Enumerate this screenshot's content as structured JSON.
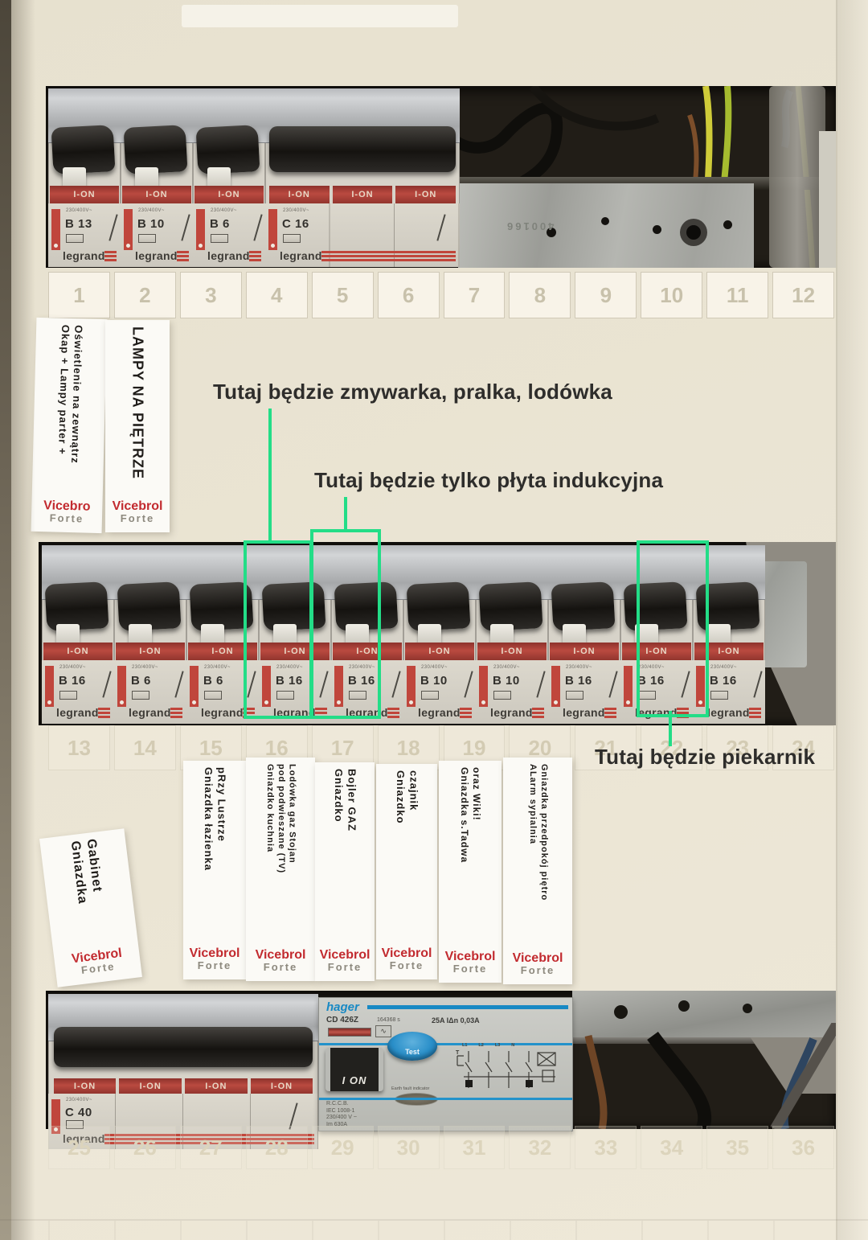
{
  "breaker_micro": "230/400V~",
  "rows": {
    "row1": {
      "breakers": [
        {
          "label": "B 13",
          "brand": "legrand",
          "state": "I-ON",
          "poles": 1
        },
        {
          "label": "B 10",
          "brand": "legrand",
          "state": "I-ON",
          "poles": 1
        },
        {
          "label": "B 6",
          "brand": "legrand",
          "state": "I-ON",
          "poles": 1
        },
        {
          "label": "C 16",
          "brand": "legrand",
          "state": "I-ON",
          "poles": 3
        }
      ],
      "slots": [
        "1",
        "2",
        "3",
        "4",
        "5",
        "6",
        "7",
        "8",
        "9",
        "10",
        "11",
        "12"
      ],
      "metal_stamp": "400166"
    },
    "row2": {
      "breakers": [
        {
          "label": "B 16",
          "brand": "legrand",
          "state": "I-ON",
          "poles": 1
        },
        {
          "label": "B 6",
          "brand": "legrand",
          "state": "I-ON",
          "poles": 1
        },
        {
          "label": "B 6",
          "brand": "legrand",
          "state": "I-ON",
          "poles": 1
        },
        {
          "label": "B 16",
          "brand": "legrand",
          "state": "I-ON",
          "poles": 1,
          "highlighted": true
        },
        {
          "label": "B 16",
          "brand": "legrand",
          "state": "I-ON",
          "poles": 1,
          "highlighted": true
        },
        {
          "label": "B 10",
          "brand": "legrand",
          "state": "I-ON",
          "poles": 1
        },
        {
          "label": "B 10",
          "brand": "legrand",
          "state": "I-ON",
          "poles": 1
        },
        {
          "label": "B 16",
          "brand": "legrand",
          "state": "I-ON",
          "poles": 1
        },
        {
          "label": "B 16",
          "brand": "legrand",
          "state": "I-ON",
          "poles": 1
        },
        {
          "label": "B 16",
          "brand": "legrand",
          "state": "I-ON",
          "poles": 1,
          "highlighted": true
        }
      ],
      "slots": [
        "13",
        "14",
        "15",
        "16",
        "17",
        "18",
        "19",
        "20",
        "21",
        "22",
        "23",
        "24"
      ]
    },
    "row3": {
      "breakers": [
        {
          "label": "C 40",
          "brand": "legrand",
          "state": "I-ON",
          "poles": 4
        }
      ],
      "slots": [
        "25",
        "26",
        "27",
        "28",
        "29",
        "30",
        "31",
        "32",
        "33",
        "34",
        "35",
        "36"
      ],
      "rccb": {
        "brand": "hager",
        "model": "CD 426Z",
        "serial": "164368 s",
        "rating": "25A  IΔn 0,03A",
        "test_button": "Test",
        "switch_state": "I ON",
        "indicator_label": "Earth fault indicator",
        "spec_lines": [
          "R.C.C.B.",
          "IEC 1008-1",
          "230/400 V ~",
          "Im  630A"
        ],
        "diagram_terminals": [
          "L1",
          "L2",
          "L3",
          "N"
        ]
      }
    }
  },
  "annotations": {
    "accent_color": "#23dd87",
    "label_zmywarka": "Tutaj będzie zmywarka, pralka, lodówka",
    "label_plyta": "Tutaj będzie tylko płyta indukcyjna",
    "label_piekarnik": "Tutaj będzie piekarnik"
  },
  "notes_top": [
    {
      "text": "Okap + Lampy parter +\nOświetlenie na zewnątrz",
      "brand": "Vicebro",
      "brand2": "Forte"
    },
    {
      "text": "LAMPY NA PIĘTRZE",
      "brand": "Vicebrol",
      "brand2": "Forte"
    }
  ],
  "notes_bottom": [
    {
      "text": "Gniazdka\nGabinet",
      "brand": "Vicebrol",
      "brand2": "Forte"
    },
    {
      "text": "Gniazdka łazienka\npRzy Lustrze",
      "brand": "Vicebrol",
      "brand2": "Forte"
    },
    {
      "text": "Gniazdko kuchnia\npod podwieszane (TV)\nLodówka gaz Stojan",
      "brand": "Vicebrol",
      "brand2": "Forte"
    },
    {
      "text": "Gniazdko\nBojler GAZ",
      "brand": "Vicebrol",
      "brand2": "Forte"
    },
    {
      "text": "Gniazdko\nczajnik",
      "brand": "Vicebrol",
      "brand2": "Forte"
    },
    {
      "text": "Gniazdka s.Tadwa\noraz Wiki!",
      "brand": "Vicebrol",
      "brand2": "Forte"
    },
    {
      "text": "ALarm sypialnia\nGniazdka przedpokój piętro",
      "brand": "Vicebrol",
      "brand2": "Forte"
    }
  ]
}
